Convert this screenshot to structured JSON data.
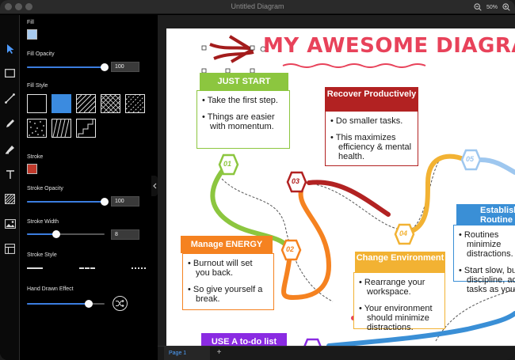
{
  "window": {
    "title": "Untitled Diagram",
    "zoom": "50%"
  },
  "toolbar": {
    "tools": [
      "pointer-icon",
      "rectangle-icon",
      "line-icon",
      "pencil-icon",
      "marker-icon",
      "text-icon",
      "hatch-icon",
      "image-icon",
      "layout-icon"
    ]
  },
  "panel": {
    "fill_label": "Fill",
    "fill_color": "#a8cbf0",
    "fill_opacity_label": "Fill Opacity",
    "fill_opacity": "100",
    "fill_style_label": "Fill Style",
    "stroke_label": "Stroke",
    "stroke_color": "#c0392b",
    "stroke_opacity_label": "Stroke Opacity",
    "stroke_opacity": "100",
    "stroke_width_label": "Stroke Width",
    "stroke_width": "8",
    "stroke_style_label": "Stroke Style",
    "hand_drawn_label": "Hand Drawn Effect"
  },
  "diagram": {
    "title": "MY AWESOME DIAGRAM!",
    "steps": [
      {
        "number": "01",
        "heading": "JUST START",
        "color": "#8cc63f",
        "items": [
          "Take the first step.",
          "Things are easier with momentum."
        ]
      },
      {
        "number": "02",
        "heading": "Manage ENERGY",
        "color": "#f58220",
        "items": [
          "Burnout will set you back.",
          "So give yourself a break."
        ]
      },
      {
        "number": "03",
        "heading": "Recover Productively",
        "color": "#b22222",
        "items": [
          "Do smaller tasks.",
          "This maximizes efficiency & mental health."
        ]
      },
      {
        "number": "04",
        "heading": "Change Environment",
        "color": "#f2b233",
        "items": [
          "Rearrange your workspace.",
          "Your environment should minimize distractions."
        ]
      },
      {
        "number": "05",
        "heading": "Establish a Routine",
        "color": "#3a8fd6",
        "items": [
          "Routines minimize distractions.",
          "Start slow, build discipline, add tasks as you go."
        ]
      },
      {
        "heading": "USE A to-do list",
        "color": "#8a2be2"
      }
    ]
  },
  "pages": {
    "current": "Page 1",
    "add": "+"
  }
}
